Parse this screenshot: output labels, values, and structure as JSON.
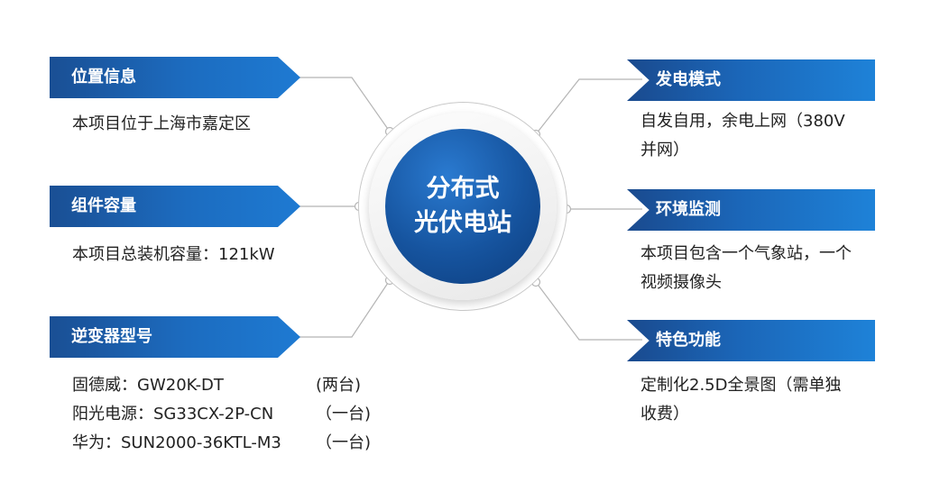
{
  "center": {
    "line1": "分布式",
    "line2": "光伏电站"
  },
  "left_sections": [
    {
      "title": "位置信息",
      "desc": "本项目位于上海市嘉定区"
    },
    {
      "title": "组件容量",
      "desc": "本项目总装机容量：121kW"
    },
    {
      "title": "逆变器型号",
      "rows": [
        {
          "model": "固德威：GW20K-DT",
          "qty": "(两台)"
        },
        {
          "model": "阳光电源：SG33CX-2P-CN",
          "qty": "（一台)"
        },
        {
          "model": "华为：SUN2000-36KTL-M3",
          "qty": "（一台)"
        }
      ]
    }
  ],
  "right_sections": [
    {
      "title": "发电模式",
      "desc_line1": "自发自用，余电上网（380V",
      "desc_line2": "并网）"
    },
    {
      "title": "环境监测",
      "desc_line1": "本项目包含一个气象站，一个",
      "desc_line2": "视频摄像头"
    },
    {
      "title": "特色功能",
      "desc_line1": "定制化2.5D全景图（需单独",
      "desc_line2": "收费）"
    }
  ],
  "colors": {
    "banner_dark": "#1a4f94",
    "banner_light": "#1e7ad2",
    "core_blue": "#16549f",
    "connector_gray": "#b5b5b5"
  }
}
